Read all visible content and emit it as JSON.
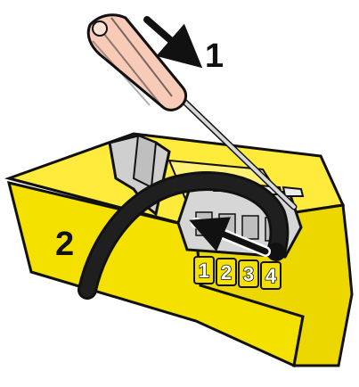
{
  "steps": {
    "step_1": "1",
    "step_2": "2"
  },
  "terminals": [
    "1",
    "2",
    "3",
    "4"
  ],
  "icons": {
    "screwdriver": "screwdriver-icon",
    "cable": "cable-icon",
    "housing": "yellow-housing",
    "terminal_block": "terminal-block"
  },
  "colors": {
    "housing_yellow": "#f5e100",
    "housing_shadow": "#e3cf00",
    "terminal_gray": "#cfcfcf",
    "handle_pink": "#f7cbb8",
    "outline": "#111111",
    "arrow": "#111111"
  }
}
